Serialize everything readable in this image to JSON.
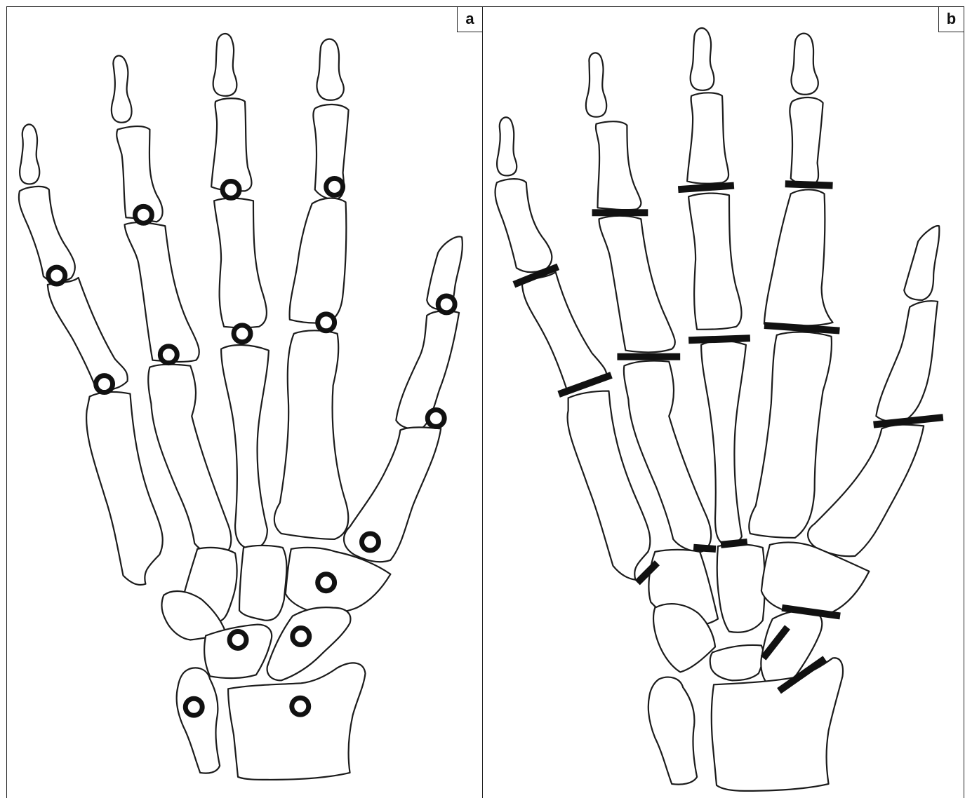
{
  "panels": {
    "a": {
      "label": "a",
      "marker": "ring"
    },
    "b": {
      "label": "b",
      "marker": "bar"
    }
  },
  "colors": {
    "outline": "#1b1b1b",
    "marker": "#111111",
    "background": "#ffffff"
  }
}
